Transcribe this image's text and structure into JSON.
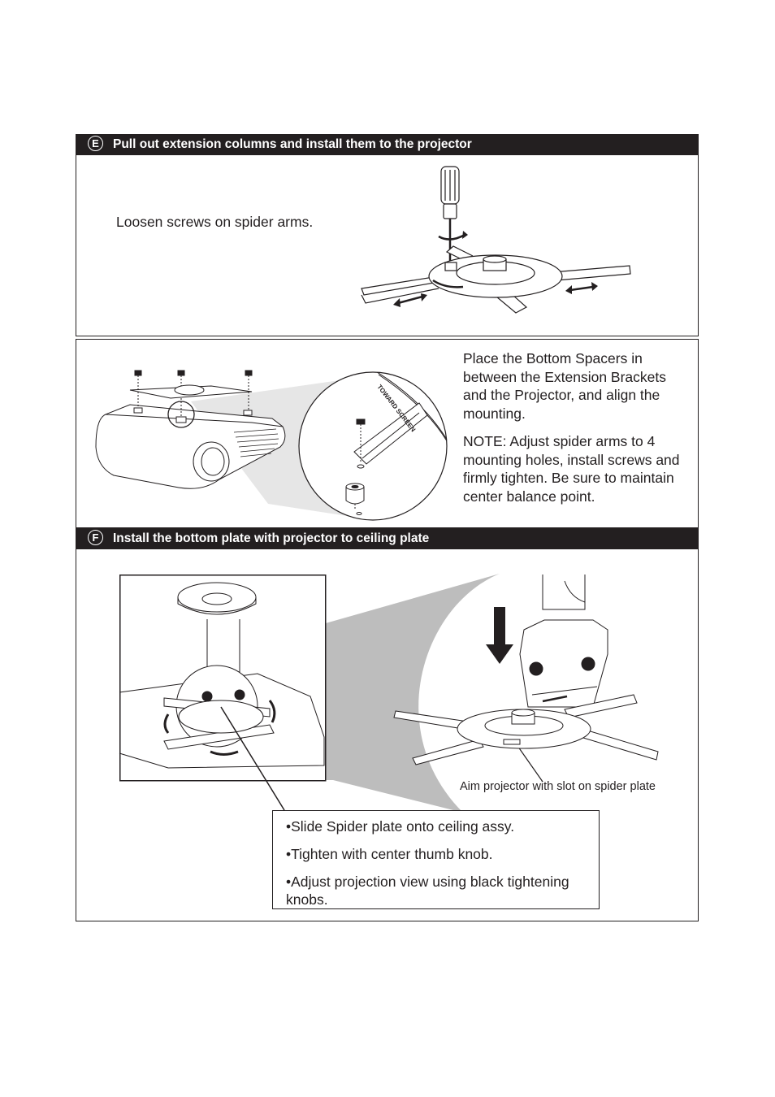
{
  "step_e": {
    "badge": "E",
    "title": "Pull out extension columns and install them to the projector",
    "instruction": "Loosen screws on spider arms.",
    "spacer_paragraph": "Place the Bottom Spacers in between the Extension Brackets and the Projector, and align the mounting.",
    "note_paragraph": "NOTE: Adjust spider arms to 4 mounting holes, install screws and firmly tighten. Be sure to maintain center balance point.",
    "plate_label": "TOWARD SCREEN"
  },
  "step_f": {
    "badge": "F",
    "title": "Install the bottom plate with projector to ceiling plate",
    "caption": "Aim projector with slot on spider plate",
    "bullets": [
      "•Slide Spider plate onto ceiling assy.",
      "•Tighten with center thumb knob.",
      "•Adjust projection view using black tightening knobs."
    ]
  },
  "colors": {
    "header_bg": "#231f20",
    "line": "#231f20",
    "shade": "#bdbdbd"
  },
  "icons": [
    "screwdriver-icon",
    "double-arrow-icon",
    "rotate-arrow-icon",
    "down-arrow-icon",
    "screw-icon",
    "spacer-icon"
  ]
}
